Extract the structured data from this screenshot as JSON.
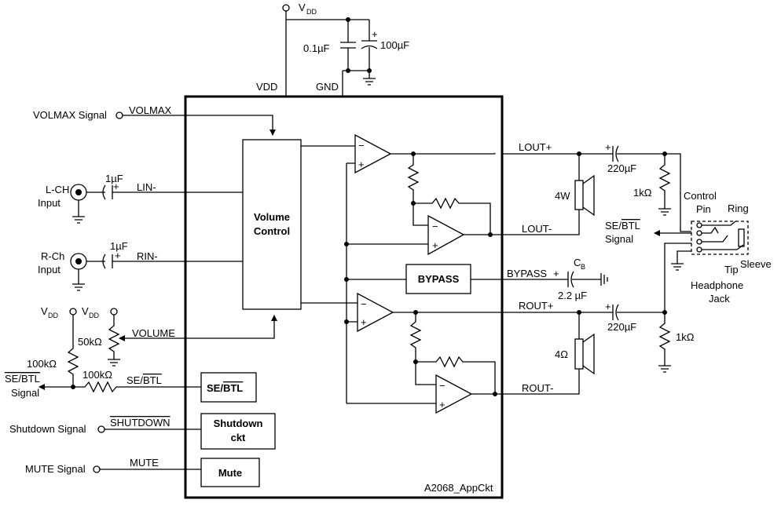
{
  "supply": {
    "vdd_terminal": "V",
    "vdd_sub": "DD",
    "cap_small": "0.1µF",
    "cap_large": "100µF",
    "pin_vdd": "VDD",
    "pin_gnd": "GND"
  },
  "inputs": {
    "volmax_signal": "VOLMAX Signal",
    "volmax_pin": "VOLMAX",
    "lch_label_1": "L-CH",
    "lch_label_2": "Input",
    "lin_cap": "1µF",
    "lin_pin": "LIN-",
    "rch_label_1": "R-Ch",
    "rch_label_2": "Input",
    "rin_cap": "1µF",
    "rin_pin": "RIN-",
    "vdd_left_1": "V",
    "vdd_left_2": "V",
    "vdd_sub": "DD",
    "pot_value": "50kΩ",
    "volume_pin": "VOLUME",
    "res_100k_a": "100kΩ",
    "res_100k_b": "100kΩ",
    "sebtl_signal_1": "SE/BTL",
    "sebtl_signal_2": "Signal",
    "sebtl_pin": "SE/BTL",
    "shutdown_signal": "Shutdown Signal",
    "shutdown_pin": "SHUTDOWN",
    "mute_signal": "MUTE Signal",
    "mute_pin": "MUTE"
  },
  "blocks": {
    "volume_control_1": "Volume",
    "volume_control_2": "Control",
    "bypass": "BYPASS",
    "sebtl": "SE/BTL",
    "shutdown_1": "Shutdown",
    "shutdown_2": "ckt",
    "mute": "Mute",
    "chip_ref": "A2068_AppCkt"
  },
  "amps": {
    "minus": "−",
    "plus": "+"
  },
  "outputs": {
    "lout_plus": "LOUT+",
    "lout_minus": "LOUT-",
    "rout_plus": "ROUT+",
    "rout_minus": "ROUT-",
    "bypass_pin": "BYPASS",
    "cb_label": "C",
    "cb_sub": "B",
    "cb_value": "2.2 µF",
    "speaker_left": "4W",
    "speaker_right": "4Ω",
    "cap_left": "220µF",
    "cap_right": "220µF",
    "res_left": "1kΩ",
    "res_right": "1kΩ",
    "sebtl_signal_1": "SE/BTL",
    "sebtl_signal_2": "Signal"
  },
  "jack": {
    "control_1": "Control",
    "control_2": "Pin",
    "ring": "Ring",
    "sleeve": "Sleeve",
    "tip": "Tip",
    "headphone_1": "Headphone",
    "headphone_2": "Jack"
  }
}
